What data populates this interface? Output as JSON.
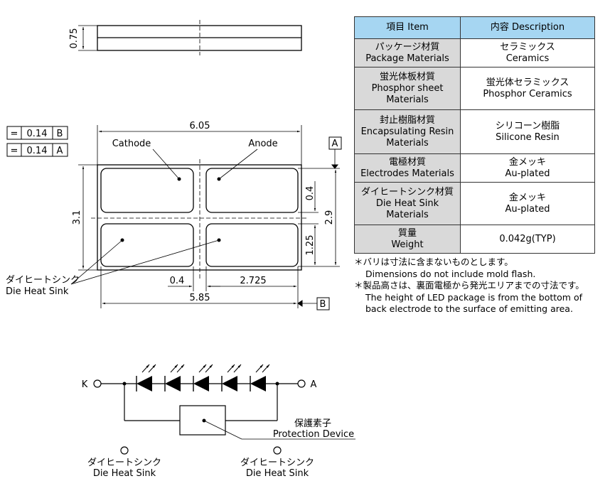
{
  "side_view": {
    "height_dim": "0.75"
  },
  "tolerances": [
    {
      "symbol": "=",
      "value": "0.14",
      "datum": "B"
    },
    {
      "symbol": "=",
      "value": "0.14",
      "datum": "A"
    }
  ],
  "top_view": {
    "width_total": "6.05",
    "height_total": "3.1",
    "cathode_label": "Cathode",
    "anode_label": "Anode",
    "datum_a": "A",
    "datum_b": "B",
    "dim_04_v": "0.4",
    "dim_29": "2.9",
    "dim_125": "1.25",
    "dim_04_h": "0.4",
    "dim_2725": "2.725",
    "dim_585": "5.85",
    "die_heat_sink_jp": "ダイヒートシンク",
    "die_heat_sink_en": "Die Heat Sink"
  },
  "table": {
    "header": [
      "項目 Item",
      "内容 Description"
    ],
    "rows": [
      {
        "item": [
          "パッケージ材質",
          "Package Materials"
        ],
        "desc": [
          "セラミックス",
          "Ceramics"
        ]
      },
      {
        "item": [
          "蛍光体板材質",
          "Phosphor sheet",
          "Materials"
        ],
        "desc": [
          "蛍光体セラミックス",
          "Phosphor Ceramics"
        ]
      },
      {
        "item": [
          "封止樹脂材質",
          "Encapsulating Resin",
          "Materials"
        ],
        "desc": [
          "シリコーン樹脂",
          "Silicone Resin"
        ]
      },
      {
        "item": [
          "電極材質",
          "Electrodes Materials"
        ],
        "desc": [
          "金メッキ",
          "Au-plated"
        ]
      },
      {
        "item": [
          "ダイヒートシンク材質",
          "Die Heat Sink",
          "Materials"
        ],
        "desc": [
          "金メッキ",
          "Au-plated"
        ]
      },
      {
        "item": [
          "質量",
          "Weight"
        ],
        "desc": [
          "0.042g(TYP)"
        ]
      }
    ]
  },
  "notes": [
    {
      "jp": "＊バリは寸法に含まないものとします。",
      "en": [
        "Dimensions do not include mold flash."
      ]
    },
    {
      "jp": "＊製品高さは、裏面電極から発光エリアまでの寸法です。",
      "en": [
        "The height of LED package is from the bottom of",
        "back electrode to the surface of emitting area."
      ]
    }
  ],
  "circuit": {
    "k_label": "K",
    "a_label": "A",
    "protection_jp": "保護素子",
    "protection_en": "Protection Device",
    "heat_sink_1_jp": "ダイヒートシンク",
    "heat_sink_1_en": "Die Heat Sink",
    "heat_sink_2_jp": "ダイヒートシンク",
    "heat_sink_2_en": "Die Heat Sink"
  }
}
